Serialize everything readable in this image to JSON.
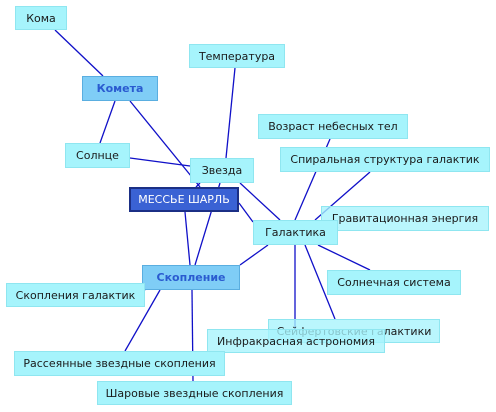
{
  "diagram": {
    "nodes": {
      "center": "МЕССЬЕ ШАРЛЬ",
      "comet": "Комета",
      "coma": "Кома",
      "sun": "Солнце",
      "temperature": "Температура",
      "star": "Звезда",
      "galaxy": "Галактика",
      "age": "Возраст небесных тел",
      "spiral": "Спиральная структура галактик",
      "gravity": "Гравитационная энергия",
      "solar_system": "Солнечная система",
      "seyfert": "Сейфертовские галактики",
      "infrared": "Инфракрасная астрономия",
      "cluster": "Скопление",
      "galaxy_clusters": "Скопления галактик",
      "open_clusters": "Рассеянные звездные скопления",
      "globular": "Шаровые звездные скопления"
    },
    "colors": {
      "line": "#1010c8",
      "node": "#a6f4fc",
      "hub": "#7fcdf6",
      "center": "#3a62d4"
    }
  }
}
